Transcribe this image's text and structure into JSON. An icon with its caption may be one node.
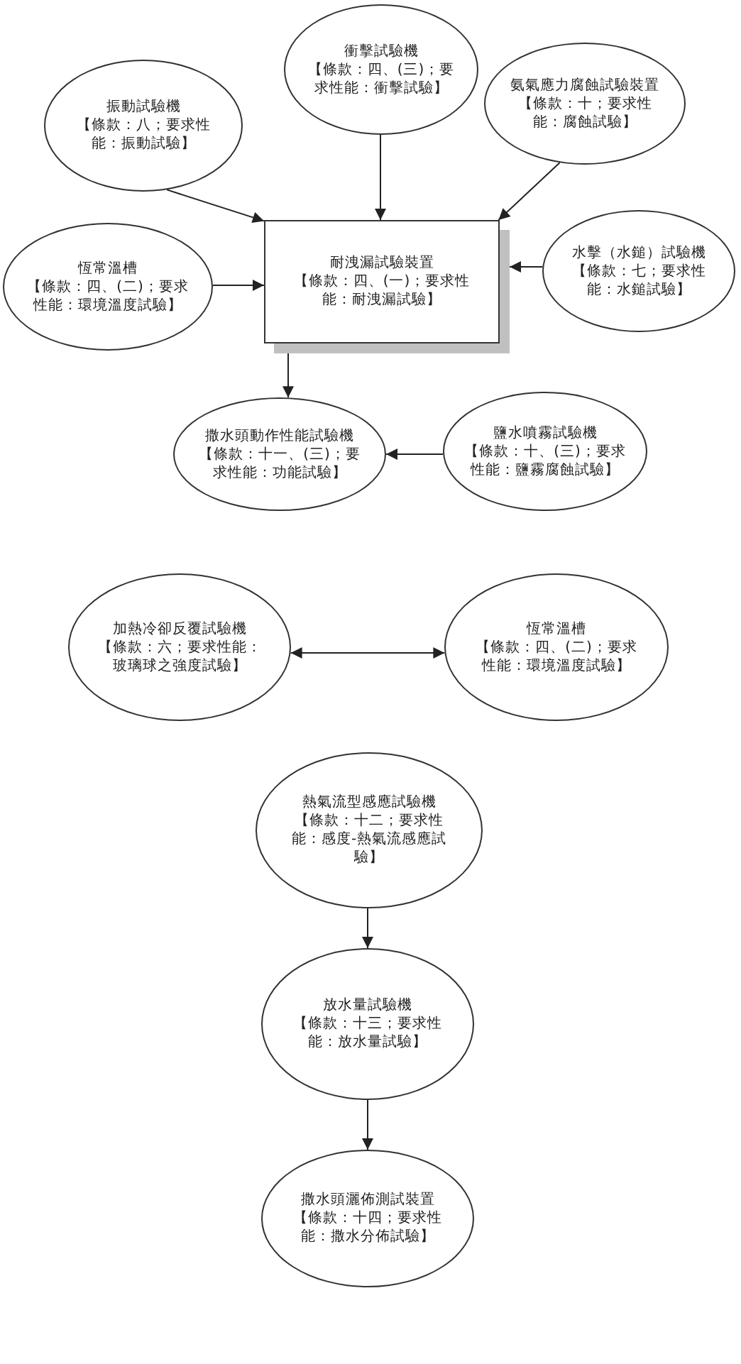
{
  "diagram": {
    "nodes": [
      {
        "text": [
          "衝擊試驗機",
          "【條款：四、(三)；要求性能：衝擊試驗】"
        ]
      },
      {
        "text": [
          "氨氣應力腐蝕試驗裝置",
          "【條款：十；要求性能：腐蝕試驗】"
        ]
      },
      {
        "text": [
          "振動試驗機",
          "【條款：八；要求性能：振動試驗】"
        ]
      },
      {
        "text": [
          "恆常溫槽",
          "【條款：四、(二)；要求性能：環境溫度試驗】"
        ]
      },
      {
        "text": [
          "耐洩漏試驗裝置",
          "【條款：四、(一)；要求性能：耐洩漏試驗】"
        ]
      },
      {
        "text": [
          "水擊（水鎚）試驗機",
          "【條款：七；要求性能：水鎚試驗】"
        ]
      },
      {
        "text": [
          "撒水頭動作性能試驗機",
          "【條款：十一、(三)；要求性能：功能試驗】"
        ]
      },
      {
        "text": [
          "鹽水噴霧試驗機",
          "【條款：十、(三)；要求性能：鹽霧腐蝕試驗】"
        ]
      },
      {
        "text": [
          "加熱冷卻反覆試驗機",
          "【條款：六；要求性能：玻璃球之強度試驗】"
        ]
      },
      {
        "text": [
          "恆常溫槽",
          "【條款：四、(二)；要求性能：環境溫度試驗】"
        ]
      },
      {
        "text": [
          "熱氣流型感應試驗機",
          "【條款：十二；要求性能：感度-熱氣流感應試驗】"
        ]
      },
      {
        "text": [
          "放水量試驗機",
          "【條款：十三；要求性能：放水量試驗】"
        ]
      },
      {
        "text": [
          "撒水頭灑佈測試裝置",
          "【條款：十四；要求性能：撒水分佈試驗】"
        ]
      }
    ],
    "edges": [
      {
        "from": 2,
        "to": 4,
        "arrow": "to"
      },
      {
        "from": 0,
        "to": 4,
        "arrow": "to"
      },
      {
        "from": 1,
        "to": 4,
        "arrow": "to"
      },
      {
        "from": 3,
        "to": 4,
        "arrow": "to"
      },
      {
        "from": 5,
        "to": 4,
        "arrow": "to"
      },
      {
        "from": 4,
        "to": 6,
        "arrow": "to"
      },
      {
        "from": 7,
        "to": 6,
        "arrow": "to"
      },
      {
        "from": 8,
        "to": 9,
        "arrow": "both"
      },
      {
        "from": 10,
        "to": 11,
        "arrow": "to"
      },
      {
        "from": 11,
        "to": 12,
        "arrow": "to"
      }
    ]
  }
}
